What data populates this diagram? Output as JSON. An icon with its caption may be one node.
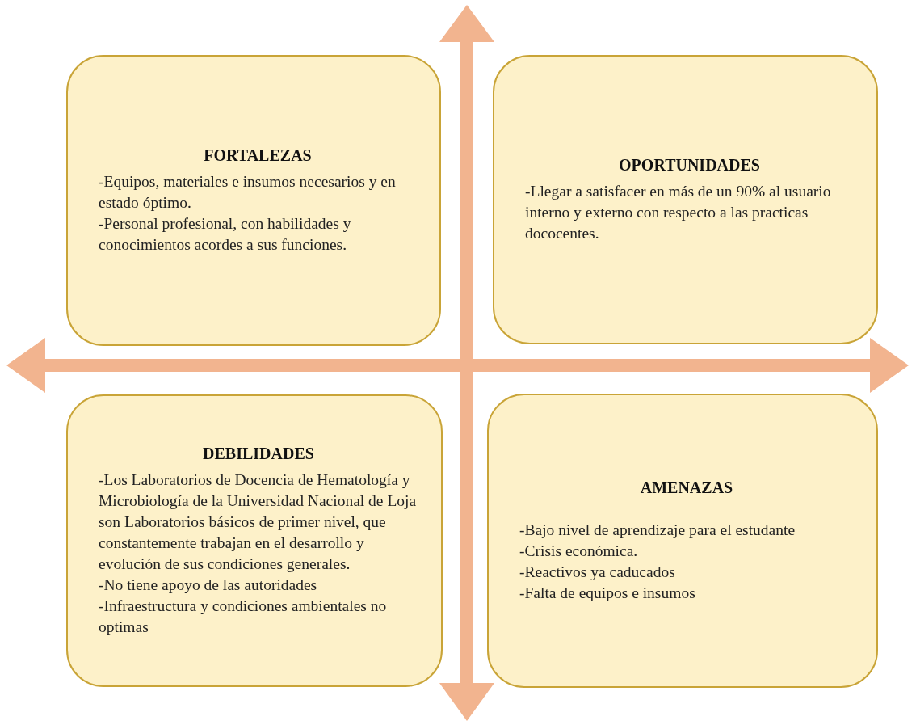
{
  "diagram": {
    "nodes": [
      {
        "text": [
          "FORTALEZAS",
          "-Equipos, materiales e insumos necesarios y en estado óptimo.",
          "-Personal profesional, con habilidades y conocimientos acordes a sus funciones."
        ]
      },
      {
        "text": [
          "OPORTUNIDADES",
          "-Llegar a satisfacer en más de un 90% al usuario interno y externo con respecto a las practicas dococentes."
        ]
      },
      {
        "text": [
          "DEBILIDADES",
          "-Los Laboratorios de Docencia de Hematología y Microbiología de la Universidad Nacional de Loja son Laboratorios básicos de primer nivel, que constantemente trabajan en el desarrollo y evolución de sus condiciones generales.",
          "-No tiene apoyo de las autoridades",
          "-Infraestructura y condiciones ambientales no optimas"
        ]
      },
      {
        "text": [
          "AMENAZAS",
          "-Bajo nivel de aprendizaje para el estudante",
          "-Crisis económica.",
          "-Reactivos ya caducados",
          "-Falta de equipos e insumos"
        ]
      }
    ]
  }
}
